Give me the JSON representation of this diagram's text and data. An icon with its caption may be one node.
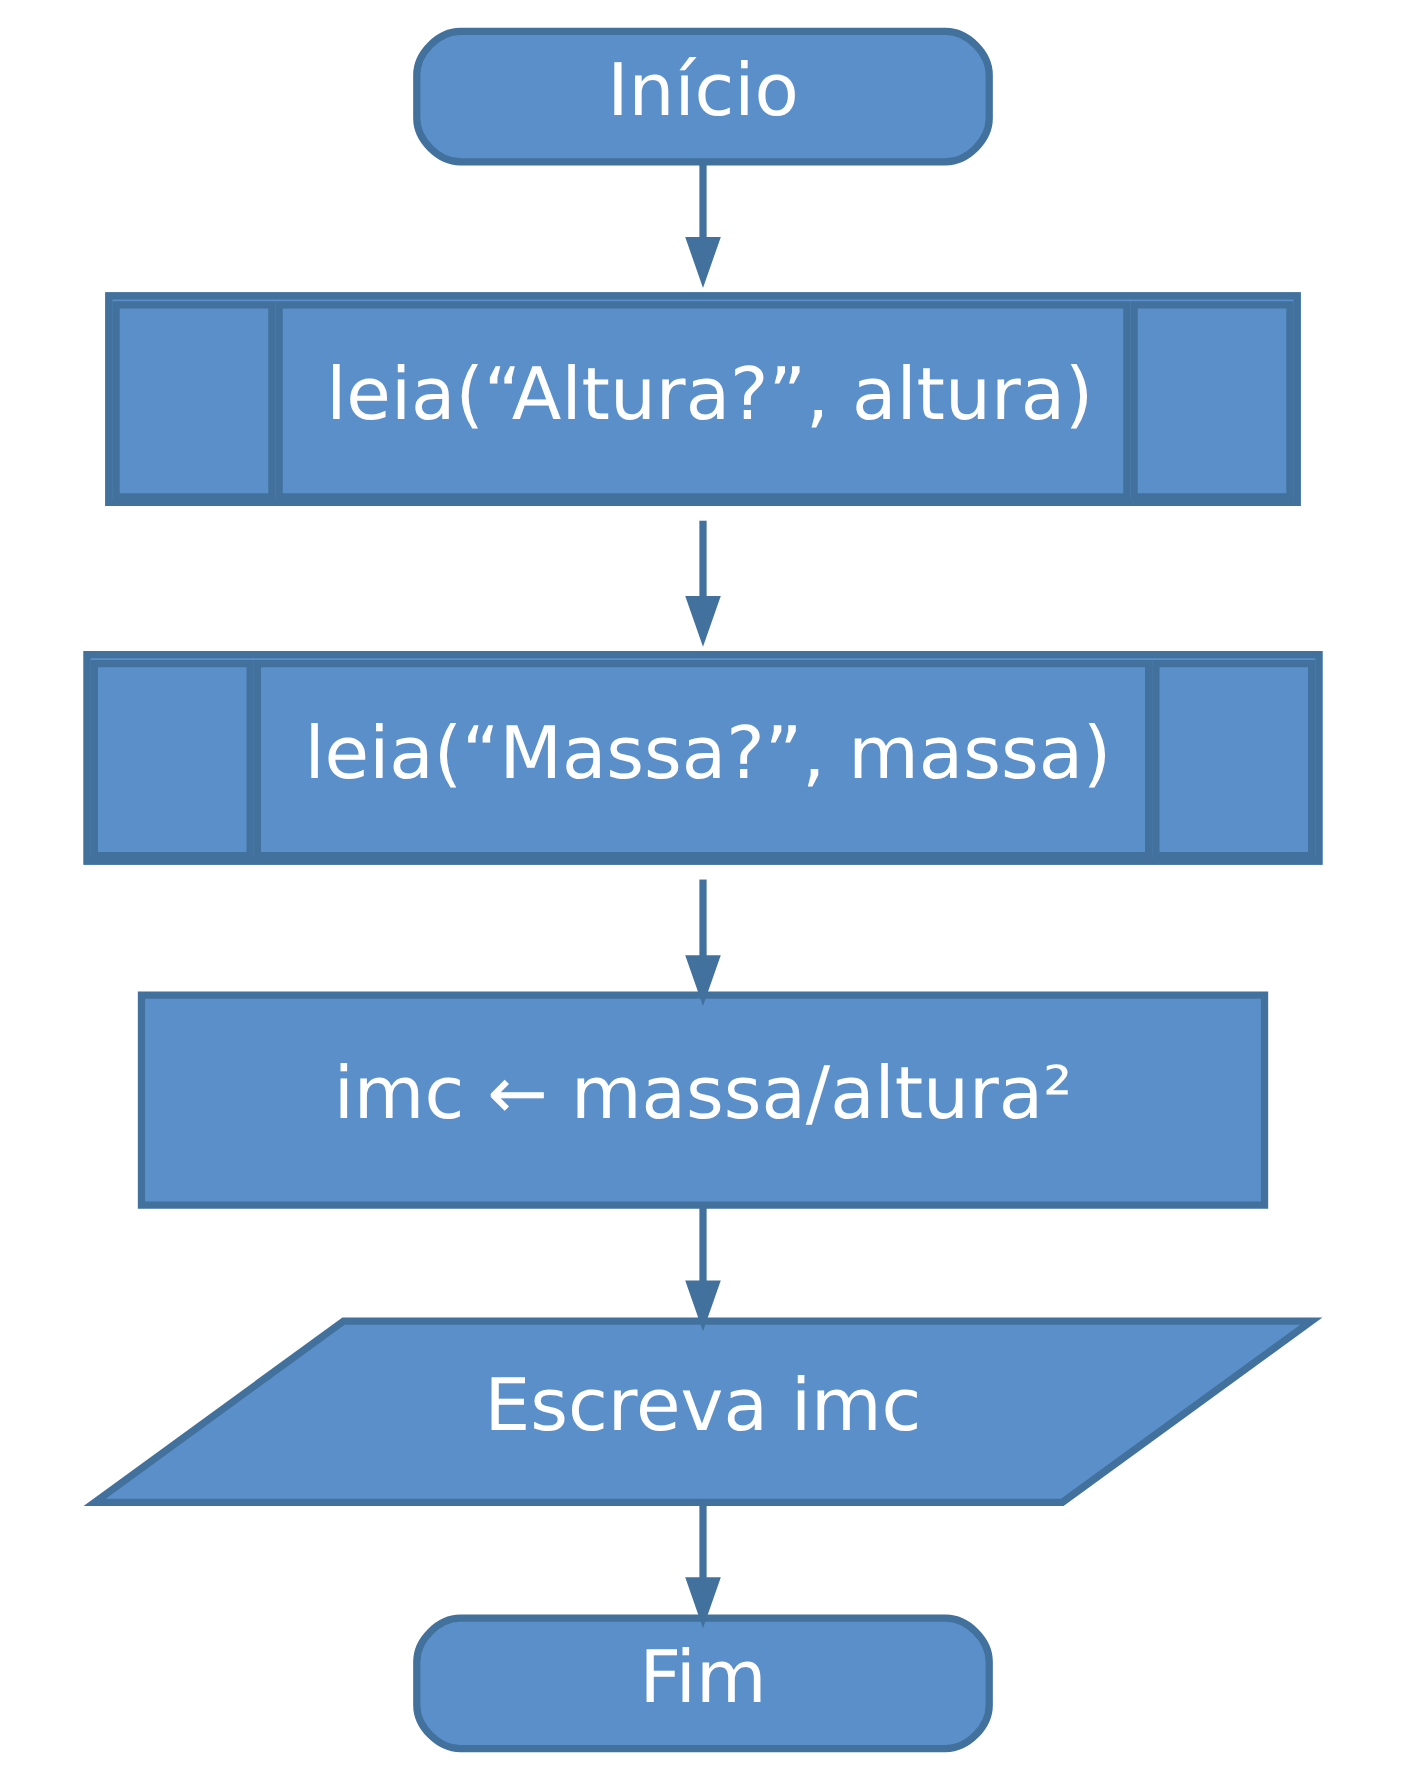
{
  "diagram": {
    "nodes": [
      {
        "text": [
          "Início"
        ]
      },
      {
        "text": [
          "leia(“Altura?”, altura)"
        ]
      },
      {
        "text": [
          "leia(“Massa?”, massa)"
        ]
      },
      {
        "text": [
          "imc ← massa/altura²"
        ]
      },
      {
        "text": [
          "Escreva imc"
        ]
      },
      {
        "text": [
          "Fim"
        ]
      }
    ],
    "edges": [
      {
        "from": 0,
        "to": 1,
        "arrow": "to"
      },
      {
        "from": 1,
        "to": 2,
        "arrow": "to"
      },
      {
        "from": 2,
        "to": 3,
        "arrow": "to"
      },
      {
        "from": 3,
        "to": 4,
        "arrow": "to"
      },
      {
        "from": 4,
        "to": 5,
        "arrow": "to"
      }
    ]
  }
}
